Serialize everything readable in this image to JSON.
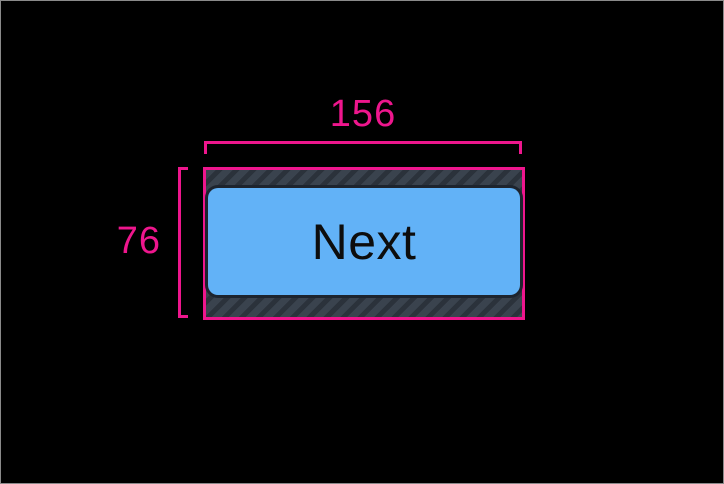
{
  "figure": {
    "width_label": "156",
    "height_label": "76",
    "button": {
      "label": "Next"
    }
  },
  "colors": {
    "annotation": "#ee168d",
    "button_fill": "#62b2f7",
    "button_text": "#0d0d0d",
    "hatch_base": "#3a434e",
    "hatch_stripe": "#2b323b",
    "frame_border": "#8a8a8a",
    "background": "#000000"
  }
}
